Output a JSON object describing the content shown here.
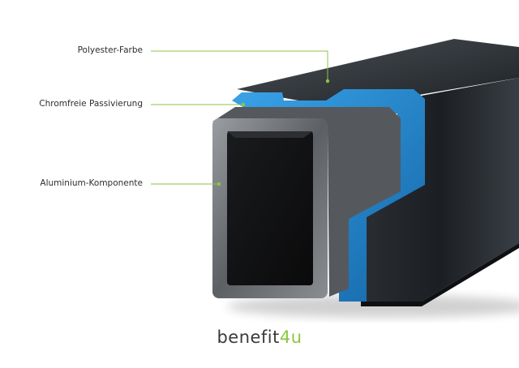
{
  "labels": {
    "paint": "Polyester-Farbe",
    "passivation": "Chromfreie Passivierung",
    "aluminium": "Aluminium-Komponente"
  },
  "logo": {
    "main": "benefit",
    "accent": "4u"
  },
  "colors": {
    "leader_line": "#8cc63f",
    "passivation_layer": "#1f86d0",
    "paint_layer": "#202428",
    "aluminium": "#6b6f73",
    "logo_accent": "#8cc63f",
    "logo_text": "#3a3a3a"
  }
}
